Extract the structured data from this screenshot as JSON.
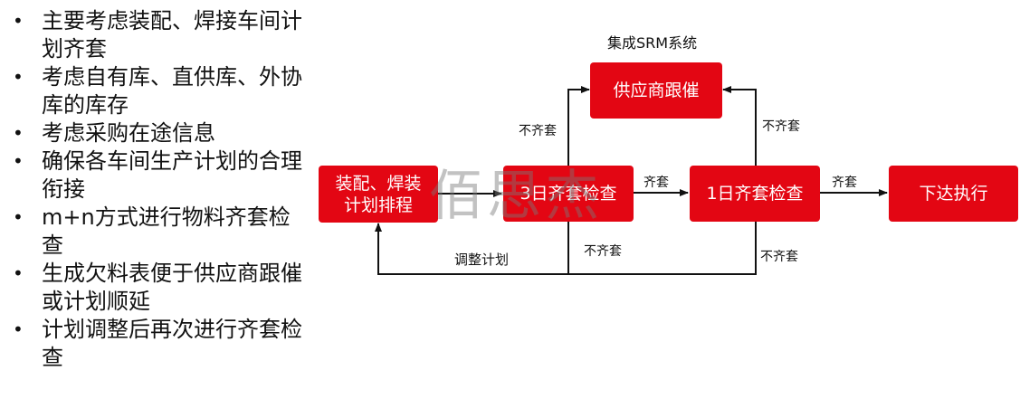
{
  "bullets": [
    "主要考虑装配、焊接车间计划齐套",
    "考虑自有库、直供库、外协库的库存",
    "考虑采购在途信息",
    "确保各车间生产计划的合理衔接",
    "m+n方式进行物料齐套检查",
    "生成欠料表便于供应商跟催或计划顺延",
    "计划调整后再次进行齐套检查"
  ],
  "bullet_symbol": "•",
  "diagram": {
    "system_caption": "集成SRM系统",
    "nodes": {
      "assembly_plan": "装配、焊装计划排程",
      "check_3day": "3日齐套检查",
      "check_1day": "1日齐套检查",
      "release": "下达执行",
      "supplier_followup": "供应商跟催"
    },
    "edge_labels": {
      "complete_1": "齐套",
      "complete_2": "齐套",
      "incomplete_up_left": "不齐套",
      "incomplete_up_right": "不齐套",
      "incomplete_down_left": "不齐套",
      "incomplete_down_right": "不齐套",
      "adjust_plan": "调整计划"
    }
  },
  "watermark": "佰思杰",
  "colors": {
    "box_fill": "#e30613",
    "box_text": "#ffffff",
    "line": "#111111"
  }
}
